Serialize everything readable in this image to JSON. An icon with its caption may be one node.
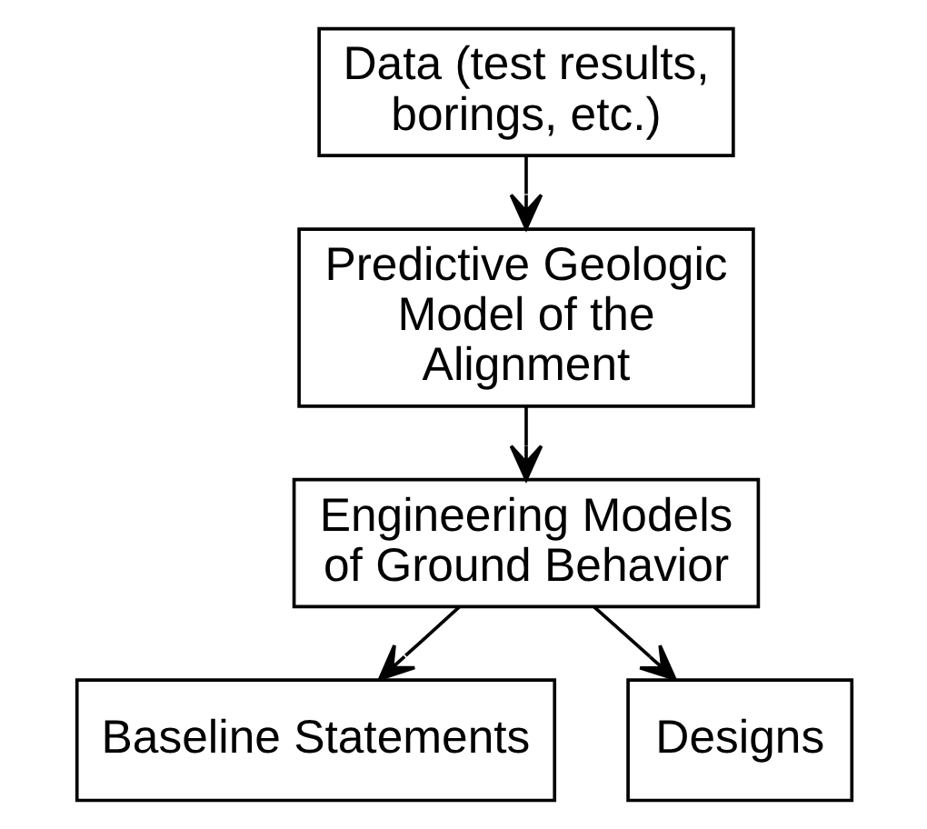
{
  "diagram": {
    "nodes": [
      {
        "text": [
          "Data (test results, borings, etc.)"
        ]
      },
      {
        "text": [
          "Predictive Geologic Model of the Alignment"
        ]
      },
      {
        "text": [
          "Engineering Models of Ground Behavior"
        ]
      },
      {
        "text": [
          "Baseline Statements"
        ]
      },
      {
        "text": [
          "Designs"
        ]
      }
    ],
    "edges": [
      {
        "from": 0,
        "to": 1,
        "arrow": "to"
      },
      {
        "from": 1,
        "to": 2,
        "arrow": "to"
      },
      {
        "from": 2,
        "to": 3,
        "arrow": "to"
      },
      {
        "from": 2,
        "to": 4,
        "arrow": "to"
      }
    ]
  }
}
